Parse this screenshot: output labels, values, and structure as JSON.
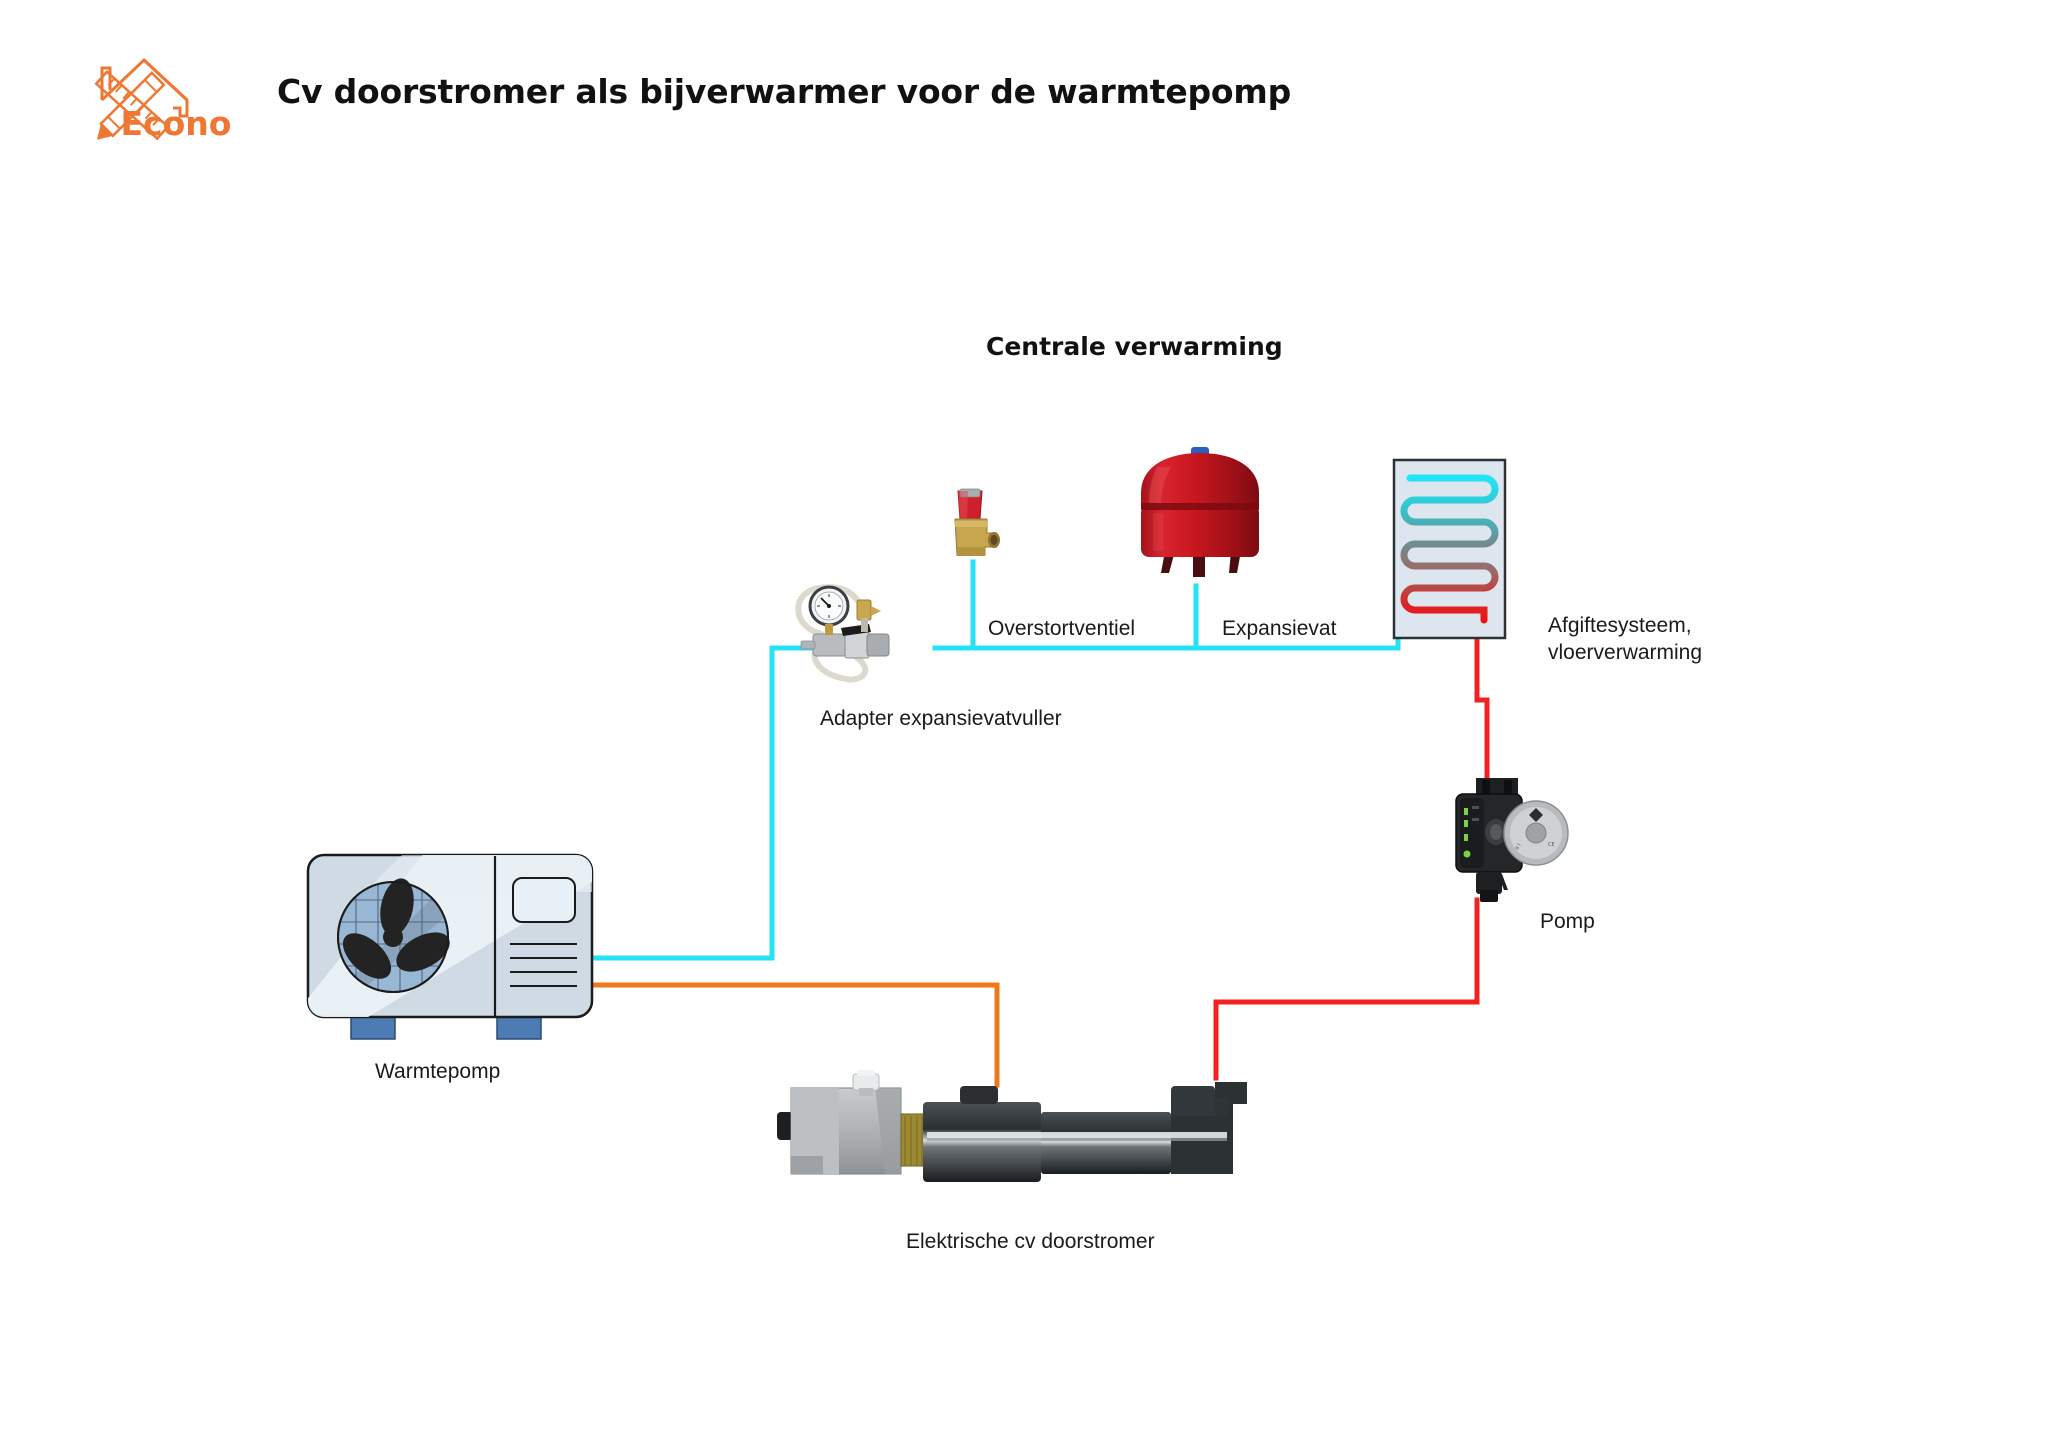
{
  "header": {
    "logo_text": "Econo",
    "logo_name": "econo-house-logo",
    "title": "Cv doorstromer als bijverwarmer voor de warmtepomp"
  },
  "diagram": {
    "section_title": "Centrale verwarming",
    "labels": {
      "overstortventiel": "Overstortventiel",
      "expansievat": "Expansievat",
      "afgiftesysteem_line1": "Afgiftesysteem,",
      "afgiftesysteem_line2": "vloerverwarming",
      "adapter": "Adapter expansievatvuller",
      "pomp": "Pomp",
      "warmtepomp": "Warmtepomp",
      "doorstromer": "Elektrische cv doorstromer"
    },
    "components": [
      {
        "id": "heatpump",
        "name": "warmtepomp-unit",
        "label": "Warmtepomp"
      },
      {
        "id": "adapter",
        "name": "adapter-expansievatvuller",
        "label": "Adapter expansievatvuller"
      },
      {
        "id": "valve",
        "name": "overstortventiel",
        "label": "Overstortventiel"
      },
      {
        "id": "vessel",
        "name": "expansievat",
        "label": "Expansievat"
      },
      {
        "id": "floorpanel",
        "name": "vloerverwarming-paneel",
        "label": "Afgiftesysteem, vloerverwarming"
      },
      {
        "id": "circpump",
        "name": "circulatiepomp",
        "label": "Pomp"
      },
      {
        "id": "flowheater",
        "name": "elektrische-cv-doorstromer",
        "label": "Elektrische cv doorstromer"
      }
    ],
    "pipes": [
      {
        "name": "pipe-heatpump-to-adapter",
        "color": "#25e2f5",
        "flow": "koud"
      },
      {
        "name": "pipe-adapter-to-valve",
        "color": "#25e2f5",
        "flow": "koud"
      },
      {
        "name": "pipe-valve-to-vessel",
        "color": "#25e2f5",
        "flow": "koud"
      },
      {
        "name": "pipe-vessel-to-floorpanel",
        "color": "#25e2f5",
        "flow": "koud"
      },
      {
        "name": "pipe-floorpanel-to-pomp",
        "color": "#f52020",
        "flow": "warm"
      },
      {
        "name": "pipe-pomp-to-doorstromer",
        "color": "#f52020",
        "flow": "warm"
      },
      {
        "name": "pipe-heatpump-to-doorstromer",
        "color": "#f07818",
        "flow": "retour"
      }
    ],
    "colors": {
      "cold": "#25e2f5",
      "hot": "#f52020",
      "return": "#f07818",
      "brand_orange": "#ee7733",
      "vessel_red": "#c8171e",
      "panel_bg": "#dde6ee"
    }
  }
}
